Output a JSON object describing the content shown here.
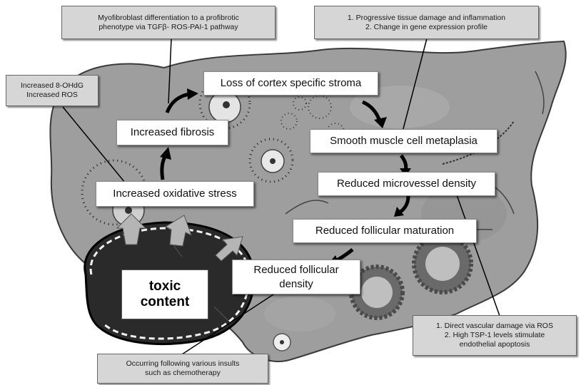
{
  "steps": {
    "loss_cortex": "Loss of cortex specific stroma",
    "increased_fibrosis": "Increased fibrosis",
    "smooth_muscle": "Smooth muscle cell metaplasia",
    "oxidative_stress": "Increased oxidative stress",
    "microvessel": "Reduced microvessel density",
    "follicular_maturation": "Reduced follicular maturation",
    "follicular_density_line1": "Reduced follicular",
    "follicular_density_line2": "density"
  },
  "toxic": {
    "line1": "toxic",
    "line2": "content"
  },
  "notes": {
    "myofibroblast": [
      "Myofibroblast differentiation to a profibrotic",
      "phenotype via TGFβ- ROS-PAI-1 pathway"
    ],
    "tissue_damage": [
      "1. Progressive tissue damage and inflammation",
      "2. Change in gene expression profile"
    ],
    "ohdg": [
      "Increased 8-OHdG",
      "Increased ROS"
    ],
    "vascular": [
      "1. Direct vascular damage via ROS",
      "2. High TSP-1 levels stimulate",
      "endothelial apoptosis"
    ],
    "insults": [
      "Occurring following various insults",
      "such as chemotherapy"
    ]
  },
  "colors": {
    "ovary": "#9e9e9e",
    "ovary_edge": "#3a3a3a",
    "toxic_blob": "#2a2a2a",
    "note_fill": "#d6d6d6",
    "corpus": "#6a6a6a"
  }
}
